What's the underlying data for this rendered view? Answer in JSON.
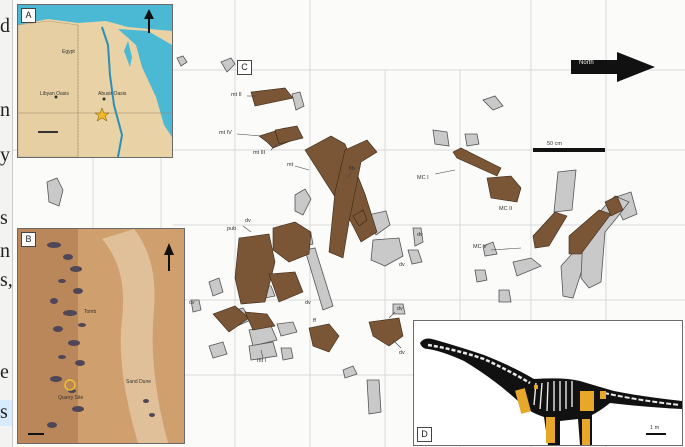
{
  "side_text": {
    "fragments": [
      "d",
      "n",
      "y",
      "s",
      "n",
      "s,",
      "e",
      "s"
    ]
  },
  "panel_a": {
    "letter": "A",
    "labels": {
      "country": "Egypt",
      "city1": "Libyan Oasis",
      "city2": "Abusir Oasis"
    }
  },
  "panel_b": {
    "letter": "B",
    "labels": {
      "field1": "Tomb",
      "field2": "Sand Dune",
      "site": "Quarry Site"
    }
  },
  "panel_c": {
    "letter": "C",
    "north_label": "North",
    "scale_label": "50 cm",
    "bone_labels": [
      "mt II",
      "mt IV",
      "mt III",
      "mt",
      "fib",
      "MC I",
      "MC II",
      "MC V",
      "pub",
      "dv",
      "cv",
      "dv",
      "dv",
      "dv",
      "dv",
      "mt I",
      "ff",
      "dv"
    ]
  },
  "panel_d": {
    "letter": "D",
    "scale_label": "1 m"
  },
  "colors": {
    "sea": "#4bb9d4",
    "land": "#e8d2a6",
    "desert": "#d7ad7b",
    "bone_outline": "#c9c9c9",
    "bone_preserved": "#7a5636",
    "accent_orange": "#e7a72a"
  }
}
